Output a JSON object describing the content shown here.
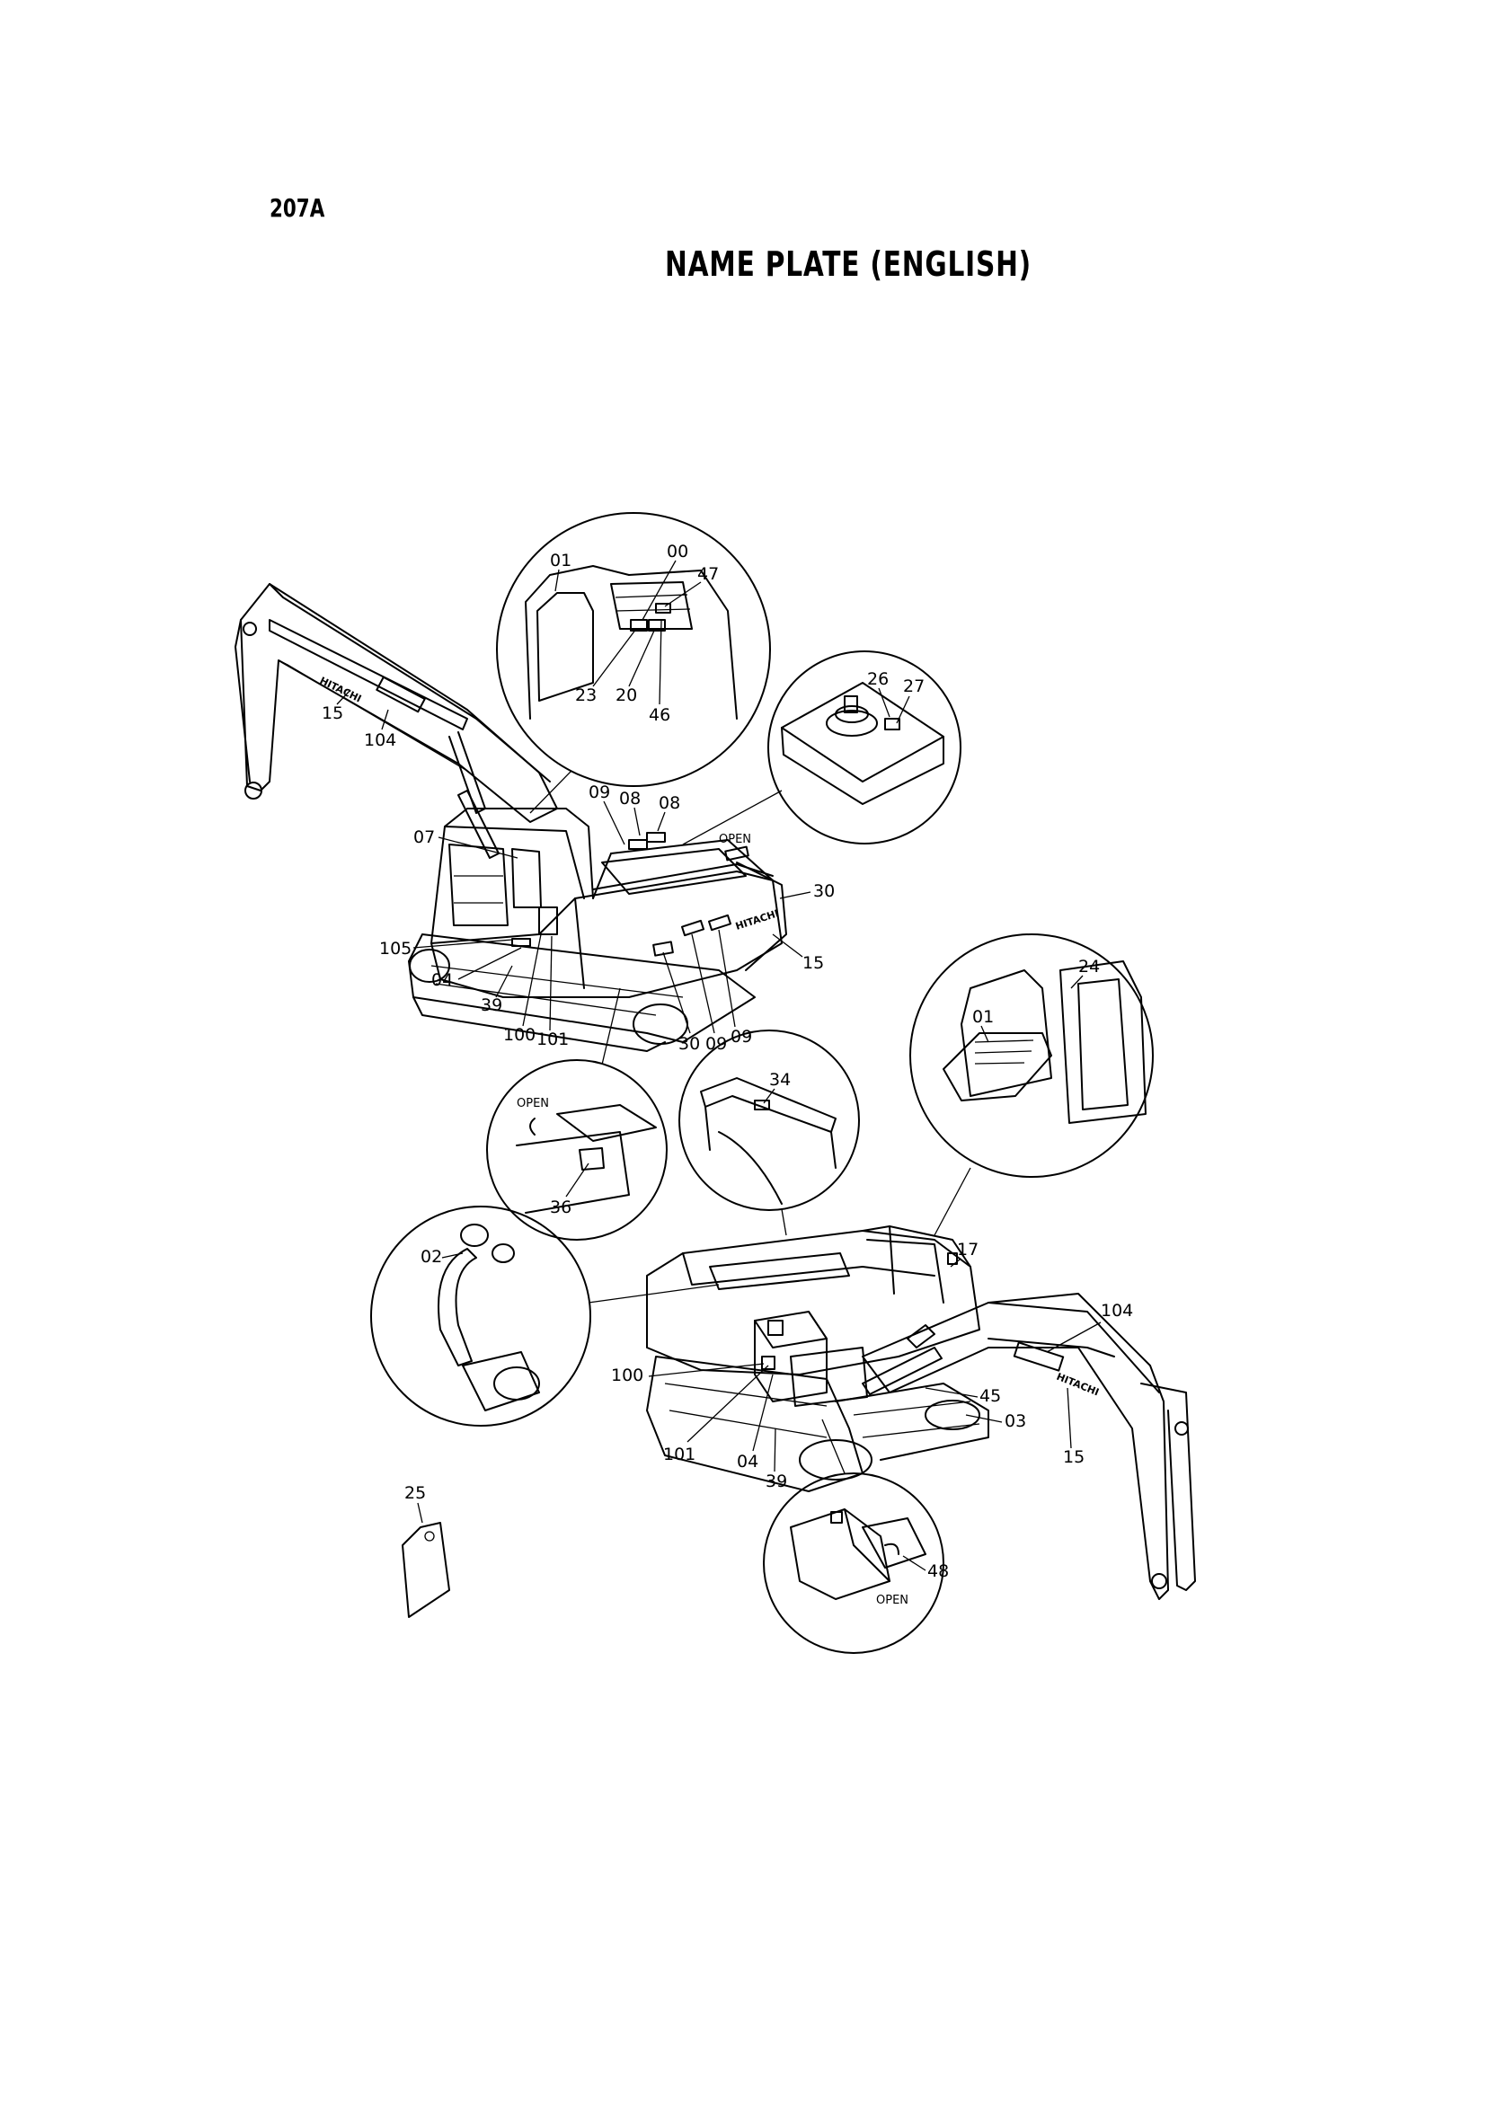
{
  "header": {
    "page_code": "207A",
    "title": "NAME PLATE (ENGLISH)"
  },
  "brand_text": "HITACHI",
  "open_text": "OPEN",
  "callouts": {
    "c00": "00",
    "c01a": "01",
    "c01b": "01",
    "c02": "02",
    "c03": "03",
    "c04a": "04",
    "c04b": "04",
    "c07": "07",
    "c08a": "08",
    "c08b": "08",
    "c09a": "09",
    "c09b": "09",
    "c09c": "09",
    "c15a": "15",
    "c15b": "15",
    "c15c": "15",
    "c17": "17",
    "c20": "20",
    "c23": "23",
    "c24": "24",
    "c25": "25",
    "c26": "26",
    "c27": "27",
    "c30a": "30",
    "c30b": "30",
    "c34": "34",
    "c36": "36",
    "c39a": "39",
    "c39b": "39",
    "c45": "45",
    "c46": "46",
    "c47": "47",
    "c48": "48",
    "c100a": "100",
    "c100b": "100",
    "c101a": "101",
    "c101b": "101",
    "c104a": "104",
    "c104b": "104",
    "c105": "105"
  }
}
